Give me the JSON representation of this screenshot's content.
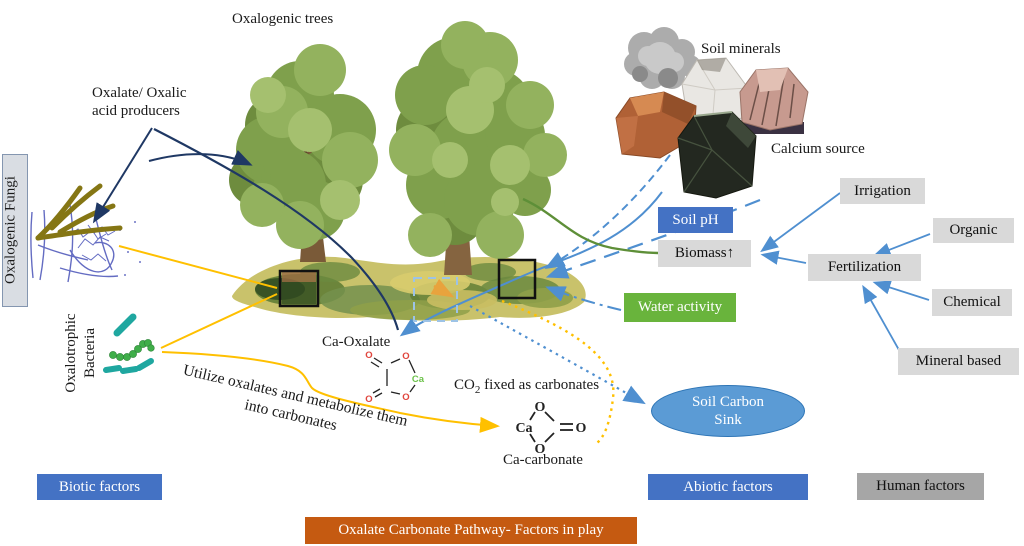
{
  "figure": {
    "banner": "Oxalate Carbonate Pathway- Factors in play",
    "labels": {
      "trees": "Oxalogenic trees",
      "producers1": "Oxalate/ Oxalic",
      "producers2": "acid producers",
      "fungi": "Oxalogenic Fungi",
      "bacteria1": "Oxalotrophic",
      "bacteria2": "Bacteria",
      "soil_minerals": "Soil minerals",
      "calcium_source": "Calcium source",
      "ca_oxalate": "Ca-Oxalate",
      "co2_pre": "CO",
      "co2_sub": "2",
      "co2_post": " fixed as carbonates",
      "ca_carbonate": "Ca-carbonate",
      "utilize1": "Utilize oxalates and metabolize them",
      "utilize2": "into carbonates"
    },
    "boxes": {
      "soil_ph": "Soil pH",
      "biomass": "Biomass↑",
      "water_activity": "Water activity",
      "irrigation": "Irrigation",
      "organic": "Organic",
      "fertilization": "Fertilization",
      "chemical": "Chemical",
      "mineral_based": "Mineral based",
      "biotic": "Biotic factors",
      "abiotic": "Abiotic factors",
      "human": "Human factors"
    },
    "ellipse": {
      "line1": "Soil Carbon",
      "line2": "Sink"
    },
    "atoms": {
      "oxygen": "O",
      "calcium": "Ca"
    },
    "colors": {
      "blue_box": "#4472C4",
      "green_box": "#69B43C",
      "gray_box": "#D9D9D9",
      "human_gray": "#A6A6A6",
      "orange_banner": "#C55A11",
      "sink_fill": "#5B9BD5",
      "sink_border": "#2E75B6",
      "navy_arrow": "#1F3864",
      "steel_arrow": "#4F8FD0",
      "yellow_arrow": "#FFC000",
      "green_curve": "#5E8F38",
      "oxygen_red": "#E0443C",
      "calcium_green": "#6CC24A"
    }
  }
}
